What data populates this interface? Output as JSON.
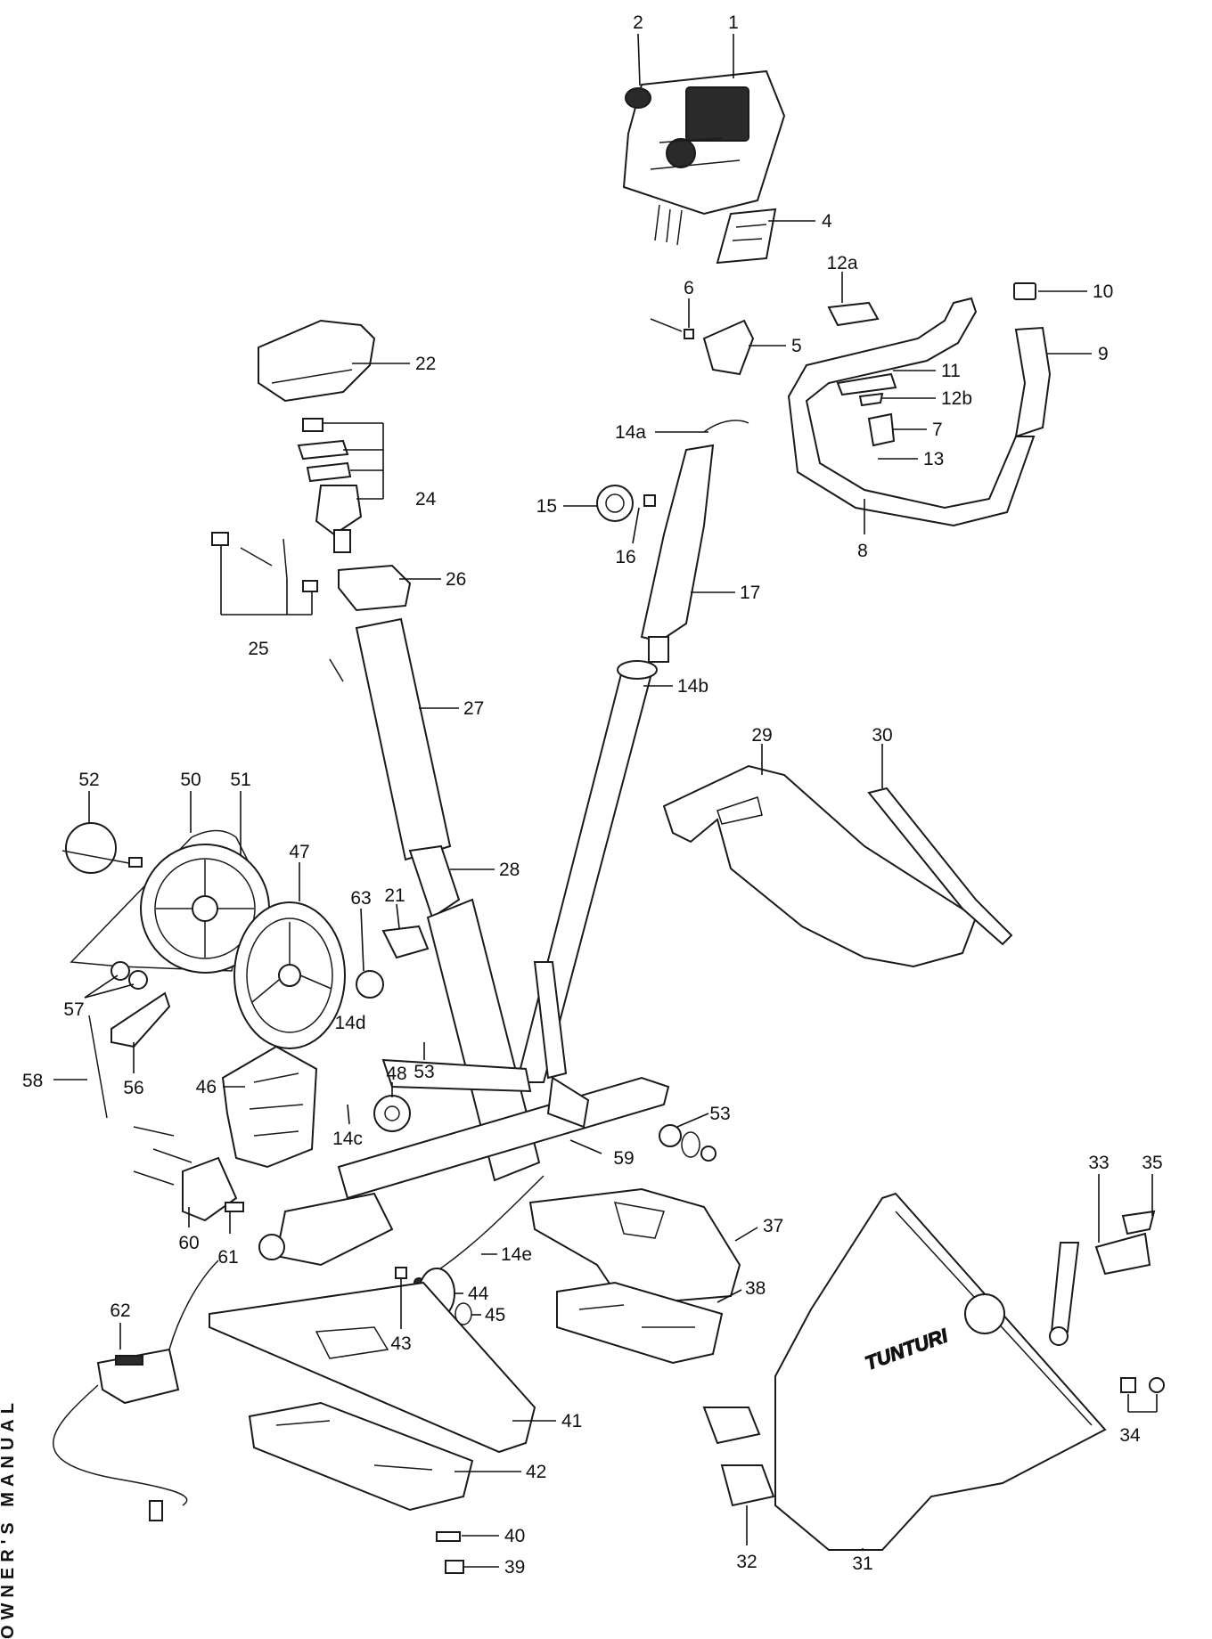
{
  "side_label": "OWNER'S MANUAL",
  "brand_logo": "TUNTURI",
  "callouts": [
    "1",
    "2",
    "4",
    "12a",
    "10",
    "6",
    "5",
    "9",
    "22",
    "11",
    "12b",
    "14a",
    "7",
    "13",
    "24",
    "15",
    "16",
    "8",
    "26",
    "17",
    "25",
    "14b",
    "27",
    "29",
    "30",
    "52",
    "50",
    "51",
    "47",
    "28",
    "63",
    "21",
    "57",
    "14d",
    "53",
    "48",
    "56",
    "58",
    "46",
    "14c",
    "53",
    "59",
    "33",
    "35",
    "60",
    "61",
    "37",
    "14e",
    "62",
    "44",
    "38",
    "43",
    "45",
    "41",
    "42",
    "34",
    "40",
    "39",
    "32",
    "31"
  ]
}
